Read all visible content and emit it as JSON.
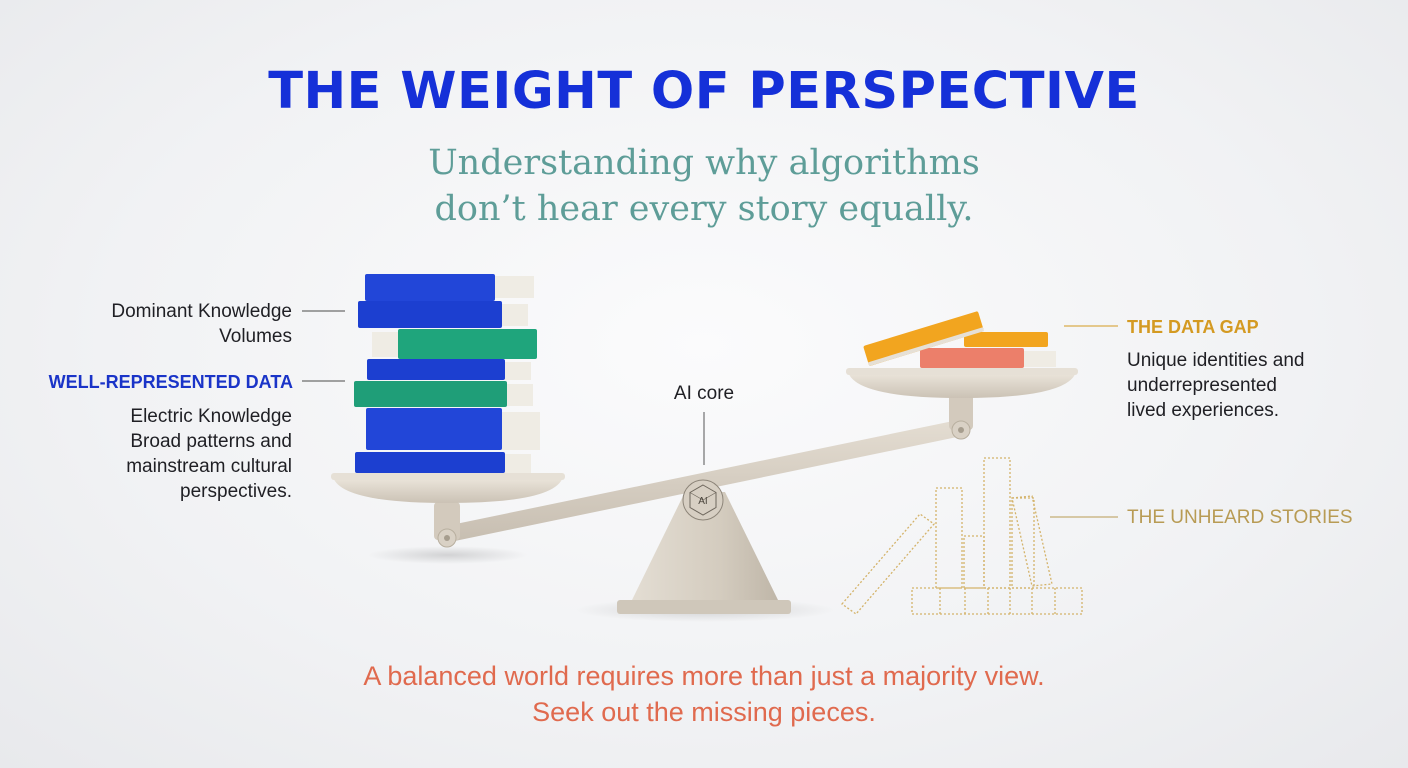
{
  "header": {
    "title": "THE WEIGHT OF PERSPECTIVE",
    "subtitle_line1": "Understanding why algorithms",
    "subtitle_line2": "don’t hear every story equally."
  },
  "left_labels": {
    "dominant_line1": "Dominant Knowledge",
    "dominant_line2": "Volumes",
    "well_represented": "WELL-REPRESENTED DATA",
    "electric_line1": "Electric Knowledge",
    "electric_line2": "Broad patterns and",
    "electric_line3": "mainstream cultural",
    "electric_line4": "perspectives."
  },
  "center_labels": {
    "ai_core": "AI core",
    "ai_emblem": "AI"
  },
  "right_labels": {
    "data_gap": "THE DATA GAP",
    "unique_line1": "Unique identities and",
    "unique_line2": "underrepresented",
    "unique_line3": "lived experiences.",
    "unheard": "THE UNHEARD STORIES"
  },
  "footer": {
    "line1": "A balanced world requires more than just a majority view.",
    "line2": "Seek out the missing pieces."
  },
  "colors": {
    "title_blue": "#1530d8",
    "subtitle_teal": "#5e9d98",
    "book_blue": "#1c3fd0",
    "book_green": "#1f9e78",
    "book_orange": "#f2a51f",
    "book_salmon": "#ec7f6a",
    "scale_beige": "#d9d1c5",
    "gold_outline": "#d4b36a",
    "footer_coral": "#e06a4e"
  }
}
